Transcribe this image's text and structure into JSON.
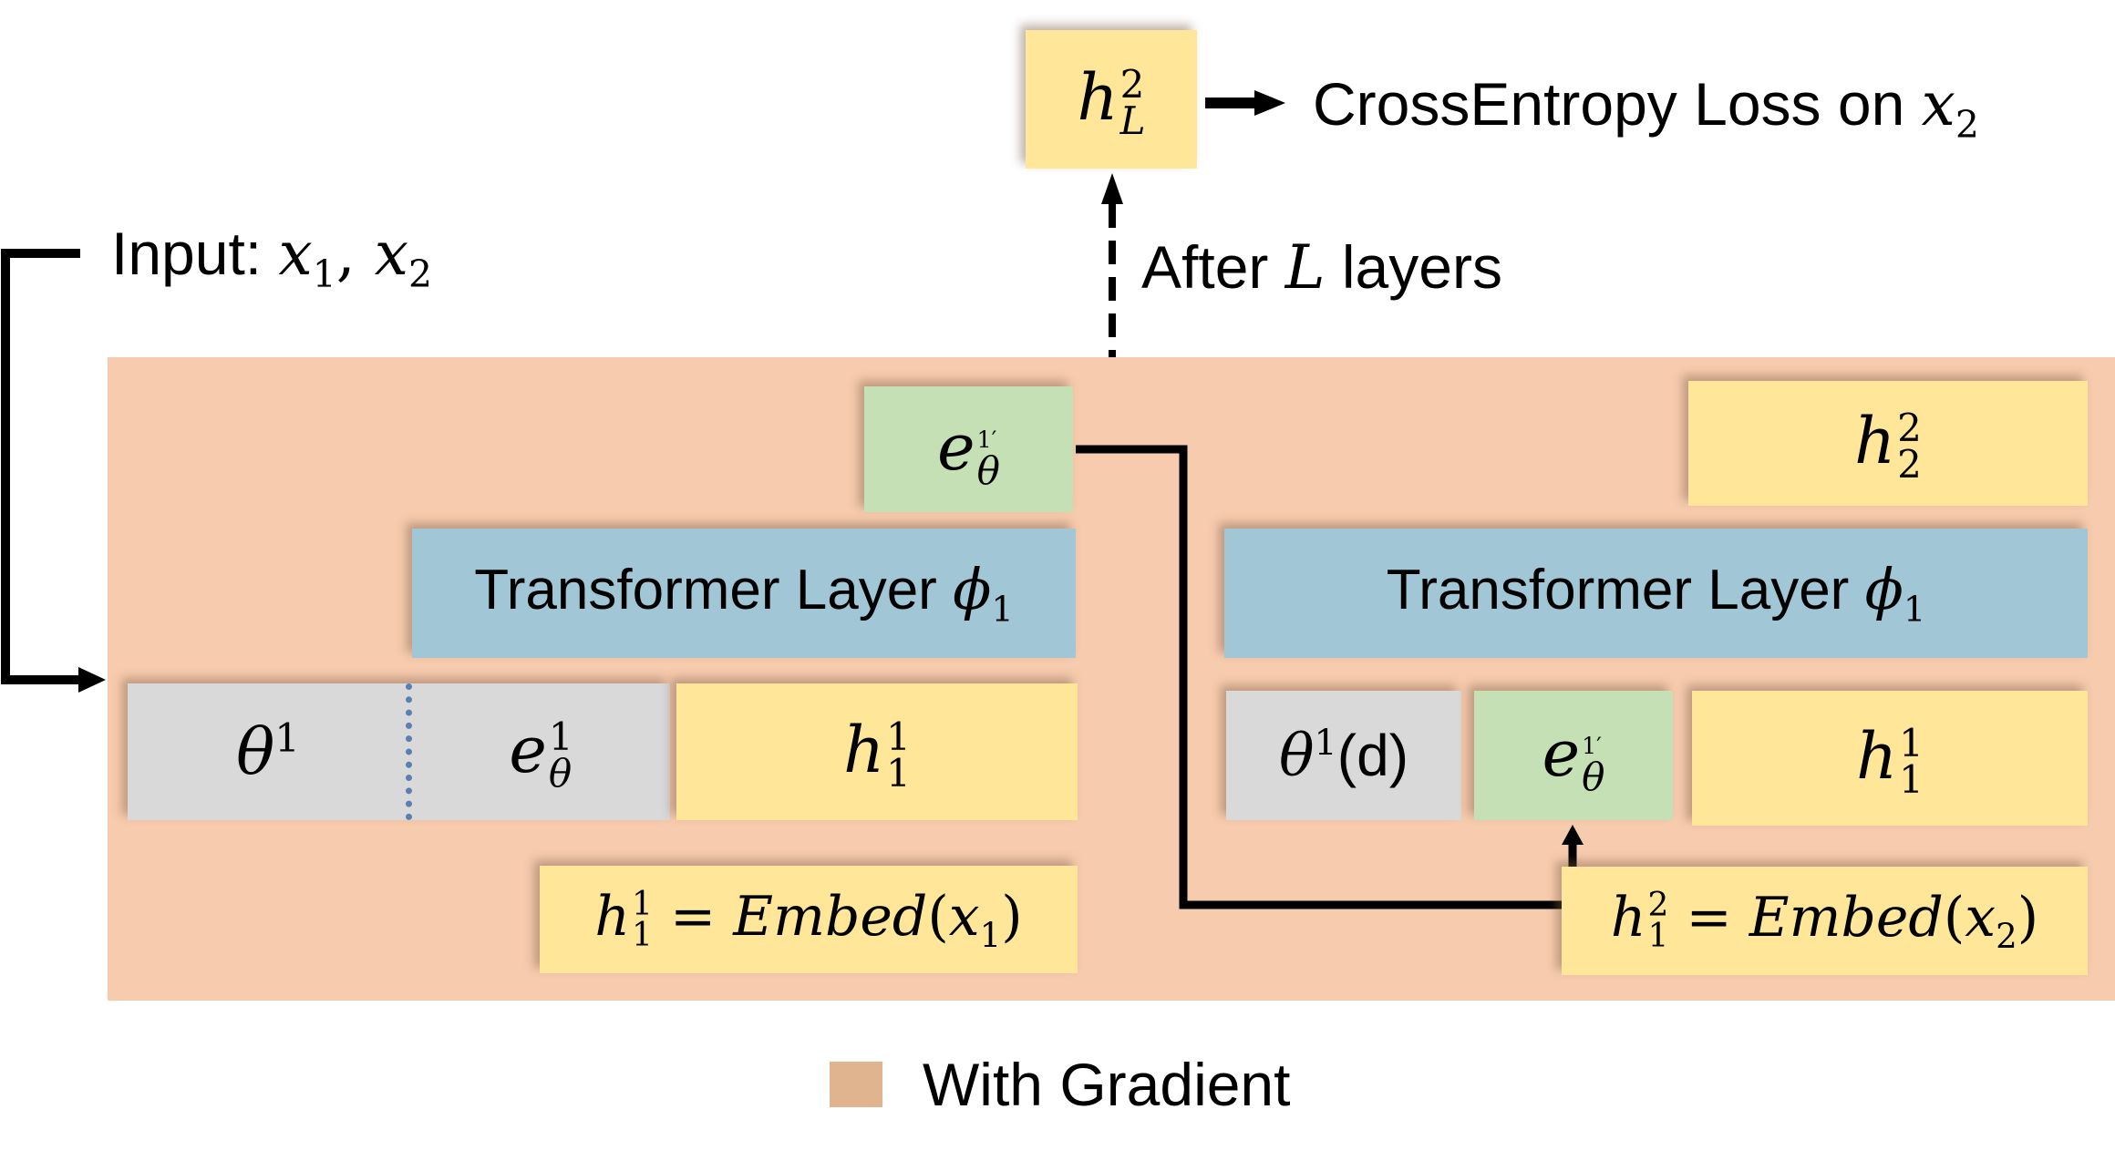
{
  "top": {
    "output_box": {
      "base": "h",
      "sup": "2",
      "sub": "L"
    },
    "loss_label": {
      "text": "CrossEntropy Loss on ",
      "var": "x",
      "var_sub": "2"
    },
    "after_label": {
      "pre": "After ",
      "var": "L",
      "post": " layers"
    }
  },
  "input": {
    "prefix": "Input: ",
    "var1": "x",
    "sub1": "1",
    "sep": ", ",
    "var2": "x",
    "sub2": "2"
  },
  "left": {
    "e_prime": {
      "base": "e",
      "sup": "1",
      "prime": "′",
      "sub": "θ"
    },
    "transformer": {
      "text": "Transformer Layer ",
      "var": "ϕ",
      "sub": "1"
    },
    "theta": {
      "base": "θ",
      "sup": "1"
    },
    "e": {
      "base": "e",
      "sup": "1",
      "sub": "θ"
    },
    "h": {
      "base": "h",
      "sup": "1",
      "sub": "1"
    },
    "embed": {
      "base": "h",
      "sup": "1",
      "sub": "1",
      "eq": " = ",
      "func": "Embed",
      "arg": "x",
      "arg_sub": "1"
    }
  },
  "right": {
    "h_top": {
      "base": "h",
      "sup": "2",
      "sub": "2"
    },
    "transformer": {
      "text": "Transformer Layer ",
      "var": "ϕ",
      "sub": "1"
    },
    "theta_d": {
      "base": "θ",
      "sup": "1",
      "suffix": "(d)"
    },
    "e_prime": {
      "base": "e",
      "sup": "1",
      "prime": "′",
      "sub": "θ"
    },
    "h": {
      "base": "h",
      "sup": "1",
      "sub": "1"
    },
    "embed": {
      "base": "h",
      "sup": "2",
      "sub": "1",
      "eq": " = ",
      "func": "Embed",
      "arg": "x",
      "arg_sub": "2"
    }
  },
  "legend": {
    "label": "With Gradient",
    "color": "#dfb48e"
  },
  "colors": {
    "region": "#f7cbad",
    "yellow": "#ffe699",
    "green": "#c5e0b4",
    "blue": "#a1c6d6",
    "gray": "#d9d9d9",
    "dotted": "#5b7fb5"
  }
}
